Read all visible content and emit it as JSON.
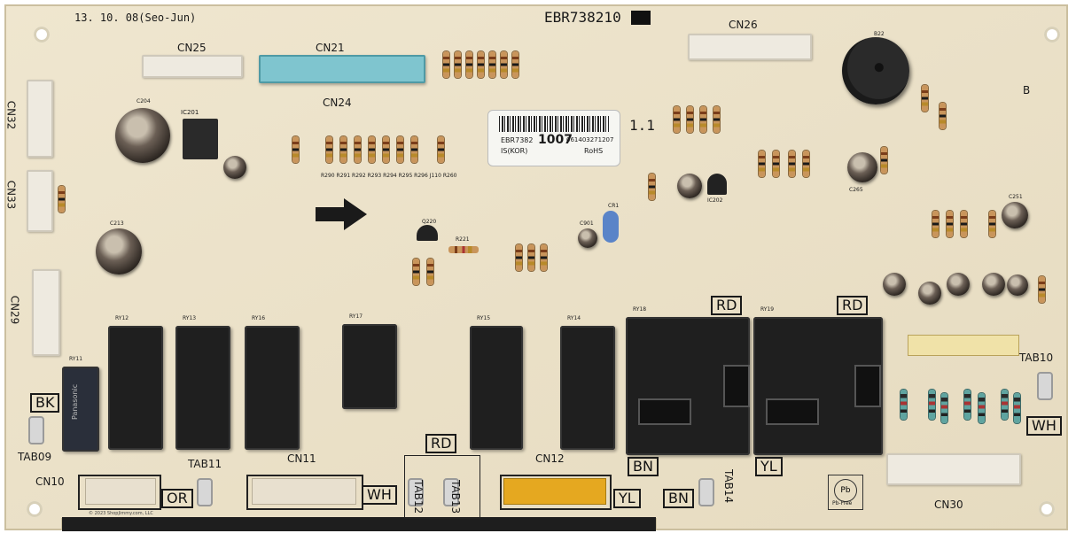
{
  "board": {
    "part_number": "EBR738210",
    "date_code": "13. 10. 08(Seo-Jun)",
    "version": "1.1",
    "revision": "B",
    "copyright": "© 2023 ShopJimmy.com, LLC",
    "sticker": {
      "part": "EBR7382",
      "num": "1007",
      "code": "061403271207",
      "line2": "IS(KOR)",
      "rohs": "RoHS"
    },
    "pb_free": "Pb-Free",
    "colors": {
      "pcb": "#ece3cc",
      "relay": "#1f1f1f",
      "cn21": "#7fc5cf",
      "cn12": "#e5a820",
      "bottom_strip": "#1e1e1e"
    }
  },
  "connectors": {
    "cn25": "CN25",
    "cn21": "CN21",
    "cn24": "CN24",
    "cn26": "CN26",
    "cn32": "CN32",
    "cn33": "CN33",
    "cn29": "CN29",
    "cn10": "CN10",
    "cn11": "CN11",
    "cn12": "CN12",
    "cn30": "CN30"
  },
  "tabs": {
    "tab09": "TAB09",
    "tab11": "TAB11",
    "tab12": "TAB12",
    "tab13": "TAB13",
    "tab14": "TAB14",
    "tab10": "TAB10"
  },
  "wire_labels": {
    "bk": "BK",
    "or": "OR",
    "wh_left": "WH",
    "rd_mid": "RD",
    "yl_mid": "YL",
    "bn_mid": "BN",
    "bn_relay": "BN",
    "yl_relay": "YL",
    "rd_relay18": "RD",
    "rd_relay19": "RD",
    "wh_right": "WH"
  },
  "relays": {
    "ry11": "RY11",
    "ry12": "RY12",
    "ry13": "RY13",
    "ry16": "RY16",
    "ry17": "RY17",
    "ry15": "RY15",
    "ry14": "RY14",
    "ry18": "RY18",
    "ry19": "RY19"
  },
  "relay_brand": "Panasonic",
  "components": {
    "ic201": "IC201",
    "ic202": "IC202",
    "b22": "B22",
    "c204": "C204",
    "c213": "C213",
    "c265": "C265",
    "c251": "C251",
    "c901": "C901",
    "cr1": "CR1",
    "r221": "R221",
    "q220": "Q220"
  },
  "resistor_row_labels": "R290 R291 R292 R293 R294 R295 R296 J110 R260"
}
